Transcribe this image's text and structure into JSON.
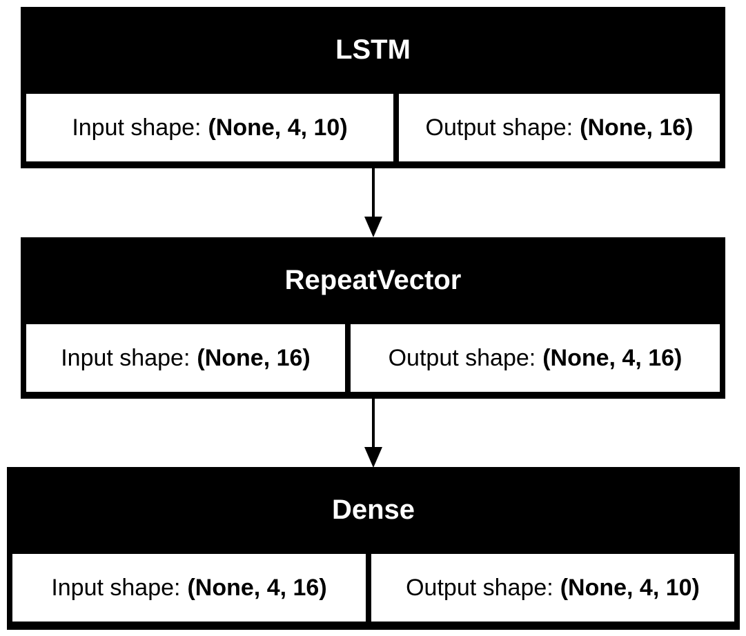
{
  "layers": [
    {
      "name": "LSTM",
      "input_label": "Input shape:",
      "input_shape": "(None, 4, 10)",
      "output_label": "Output shape:",
      "output_shape": "(None, 16)"
    },
    {
      "name": "RepeatVector",
      "input_label": "Input shape:",
      "input_shape": "(None, 16)",
      "output_label": "Output shape:",
      "output_shape": "(None, 4, 16)"
    },
    {
      "name": "Dense",
      "input_label": "Input shape:",
      "input_shape": "(None, 4, 16)",
      "output_label": "Output shape:",
      "output_shape": "(None, 4, 10)"
    }
  ],
  "colors": {
    "box": "#000000",
    "cell": "#ffffff",
    "title_text": "#ffffff"
  }
}
